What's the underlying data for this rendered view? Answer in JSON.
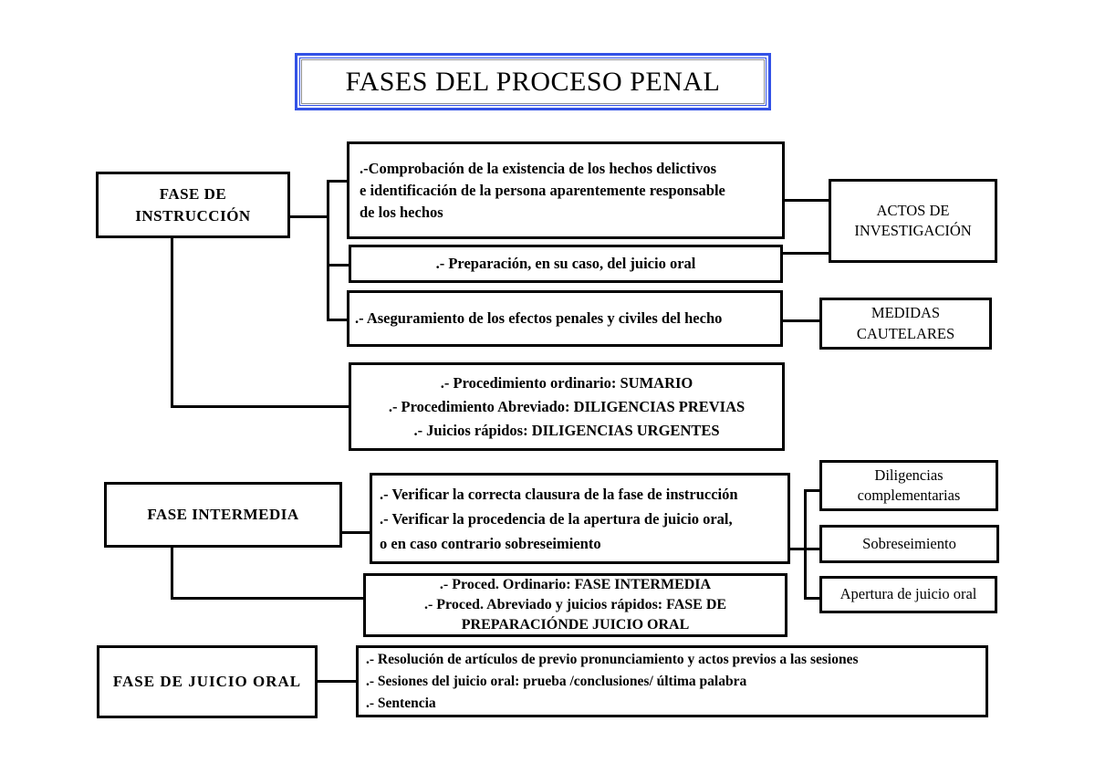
{
  "title": "FASES DEL PROCESO PENAL",
  "colors": {
    "frame_blue": "#3352e6",
    "line_black": "#000000"
  },
  "phases": {
    "instruccion": {
      "label": "FASE DE\nINSTRUCCIÓN",
      "tasks": {
        "comprobacion": ".-Comprobación de la existencia de los hechos delictivos\ne identificación de la persona aparentemente responsable\nde los hechos",
        "preparacion": ".- Preparación, en su caso, del juicio oral",
        "aseguramiento": ".- Aseguramiento de los efectos penales y civiles del hecho",
        "procedimientos": ".- Procedimiento ordinario:  SUMARIO\n.- Procedimiento Abreviado: DILIGENCIAS PREVIAS\n.- Juicios rápidos: DILIGENCIAS URGENTES"
      },
      "outcomes": {
        "actos": "ACTOS DE\nINVESTIGACIÓN",
        "medidas": "MEDIDAS\nCAUTELARES"
      }
    },
    "intermedia": {
      "label": "FASE INTERMEDIA",
      "tasks": {
        "verificar": ".- Verificar la correcta clausura de la fase de instrucción\n.- Verificar la procedencia de la apertura de juicio oral,\no en caso contrario sobreseimiento",
        "procedimientos": ".- Proced. Ordinario: FASE INTERMEDIA\n.- Proced. Abreviado y juicios rápidos: FASE DE\nPREPARACIÓNDE JUICIO ORAL"
      },
      "outcomes": {
        "diligencias": "Diligencias\ncomplementarias",
        "sobreseimiento": "Sobreseimiento",
        "apertura": "Apertura de juicio oral"
      }
    },
    "juicio_oral": {
      "label": "FASE DE JUICIO ORAL",
      "tasks": {
        "contenido": ".- Resolución de artículos de previo pronunciamiento y actos previos a las sesiones\n.- Sesiones del juicio oral:  prueba /conclusiones/ última palabra\n.- Sentencia"
      }
    }
  }
}
